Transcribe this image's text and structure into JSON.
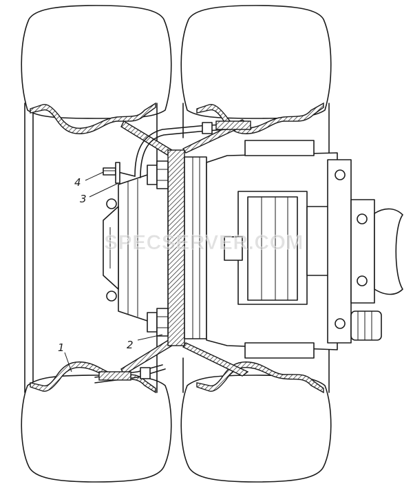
{
  "callouts": [
    {
      "id": "1",
      "label": "1"
    },
    {
      "id": "2",
      "label": "2"
    },
    {
      "id": "3",
      "label": "3"
    },
    {
      "id": "4",
      "label": "4"
    }
  ],
  "watermark": "SPECSERVER.COM"
}
